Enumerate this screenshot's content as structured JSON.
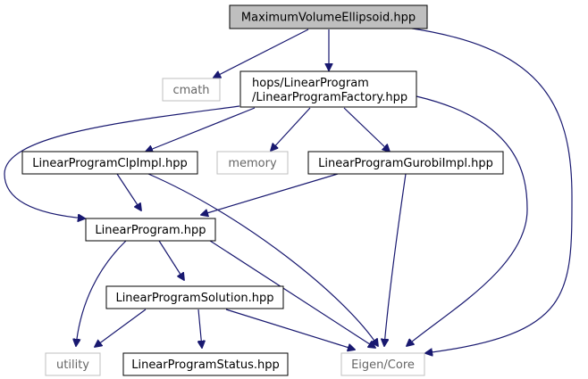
{
  "graph": {
    "colors": {
      "edge": "#191970",
      "root_fill": "#bfbfbf",
      "node_border": "#000000",
      "external_border": "#bfbfbf",
      "external_text": "#666666"
    },
    "nodes": {
      "root": {
        "label": "MaximumVolumeEllipsoid.hpp",
        "kind": "root"
      },
      "cmath": {
        "label": "cmath",
        "kind": "external"
      },
      "factory": {
        "lines": [
          "hops/LinearProgram",
          "/LinearProgramFactory.hpp"
        ],
        "kind": "file"
      },
      "eigen": {
        "label": "Eigen/Core",
        "kind": "external"
      },
      "clp": {
        "label": "LinearProgramClpImpl.hpp",
        "kind": "file"
      },
      "memory": {
        "label": "memory",
        "kind": "external"
      },
      "gurobi": {
        "label": "LinearProgramGurobiImpl.hpp",
        "kind": "file"
      },
      "lp": {
        "label": "LinearProgram.hpp",
        "kind": "file"
      },
      "solution": {
        "label": "LinearProgramSolution.hpp",
        "kind": "file"
      },
      "utility": {
        "label": "utility",
        "kind": "external"
      },
      "status": {
        "label": "LinearProgramStatus.hpp",
        "kind": "file"
      }
    },
    "edges": [
      [
        "root",
        "cmath"
      ],
      [
        "root",
        "factory"
      ],
      [
        "root",
        "eigen"
      ],
      [
        "factory",
        "lp"
      ],
      [
        "factory",
        "clp"
      ],
      [
        "factory",
        "memory"
      ],
      [
        "factory",
        "gurobi"
      ],
      [
        "factory",
        "eigen"
      ],
      [
        "clp",
        "lp"
      ],
      [
        "clp",
        "eigen"
      ],
      [
        "gurobi",
        "lp"
      ],
      [
        "gurobi",
        "eigen"
      ],
      [
        "lp",
        "utility"
      ],
      [
        "lp",
        "solution"
      ],
      [
        "lp",
        "eigen"
      ],
      [
        "solution",
        "utility"
      ],
      [
        "solution",
        "status"
      ],
      [
        "solution",
        "eigen"
      ]
    ]
  }
}
